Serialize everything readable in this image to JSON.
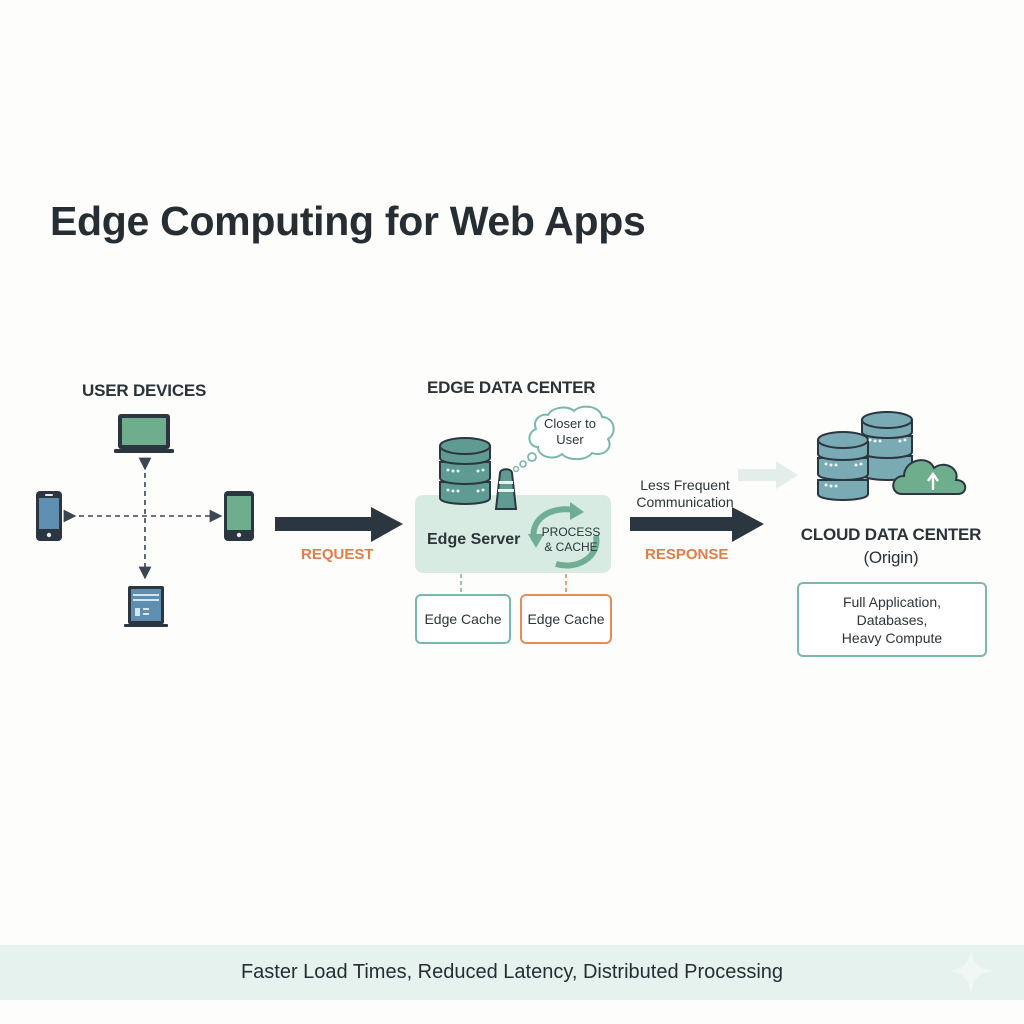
{
  "title": "Edge Computing for Web Apps",
  "user_devices": {
    "label": "USER DEVICES",
    "devices": [
      {
        "icon": "laptop-icon",
        "position": "top"
      },
      {
        "icon": "smartphone-icon",
        "position": "left"
      },
      {
        "icon": "tablet-icon",
        "position": "right"
      },
      {
        "icon": "desktop-app-icon",
        "position": "bottom"
      }
    ]
  },
  "request_label": "REQUEST",
  "response_label": "RESPONSE",
  "edge": {
    "label": "EDGE DATA CENTER",
    "bubble": "Closer to User",
    "server_label": "Edge Server",
    "process_label": "PROCESS & CACHE",
    "caches": [
      "Edge Cache",
      "Edge Cache"
    ]
  },
  "communication_label": "Less Frequent Communication",
  "cloud": {
    "label_line1": "CLOUD DATA CENTER",
    "label_line2": "(Origin)",
    "details": [
      "Full Application,",
      "Databases,",
      "Heavy Compute"
    ]
  },
  "footer": "Faster Load Times, Reduced Latency, Distributed Processing",
  "colors": {
    "teal": "#5f9a93",
    "green_screen": "#6fae8d",
    "blue_screen": "#5e8fb0",
    "dark": "#2b3640",
    "orange": "#e07e4a",
    "panel": "#d8ebe3"
  }
}
